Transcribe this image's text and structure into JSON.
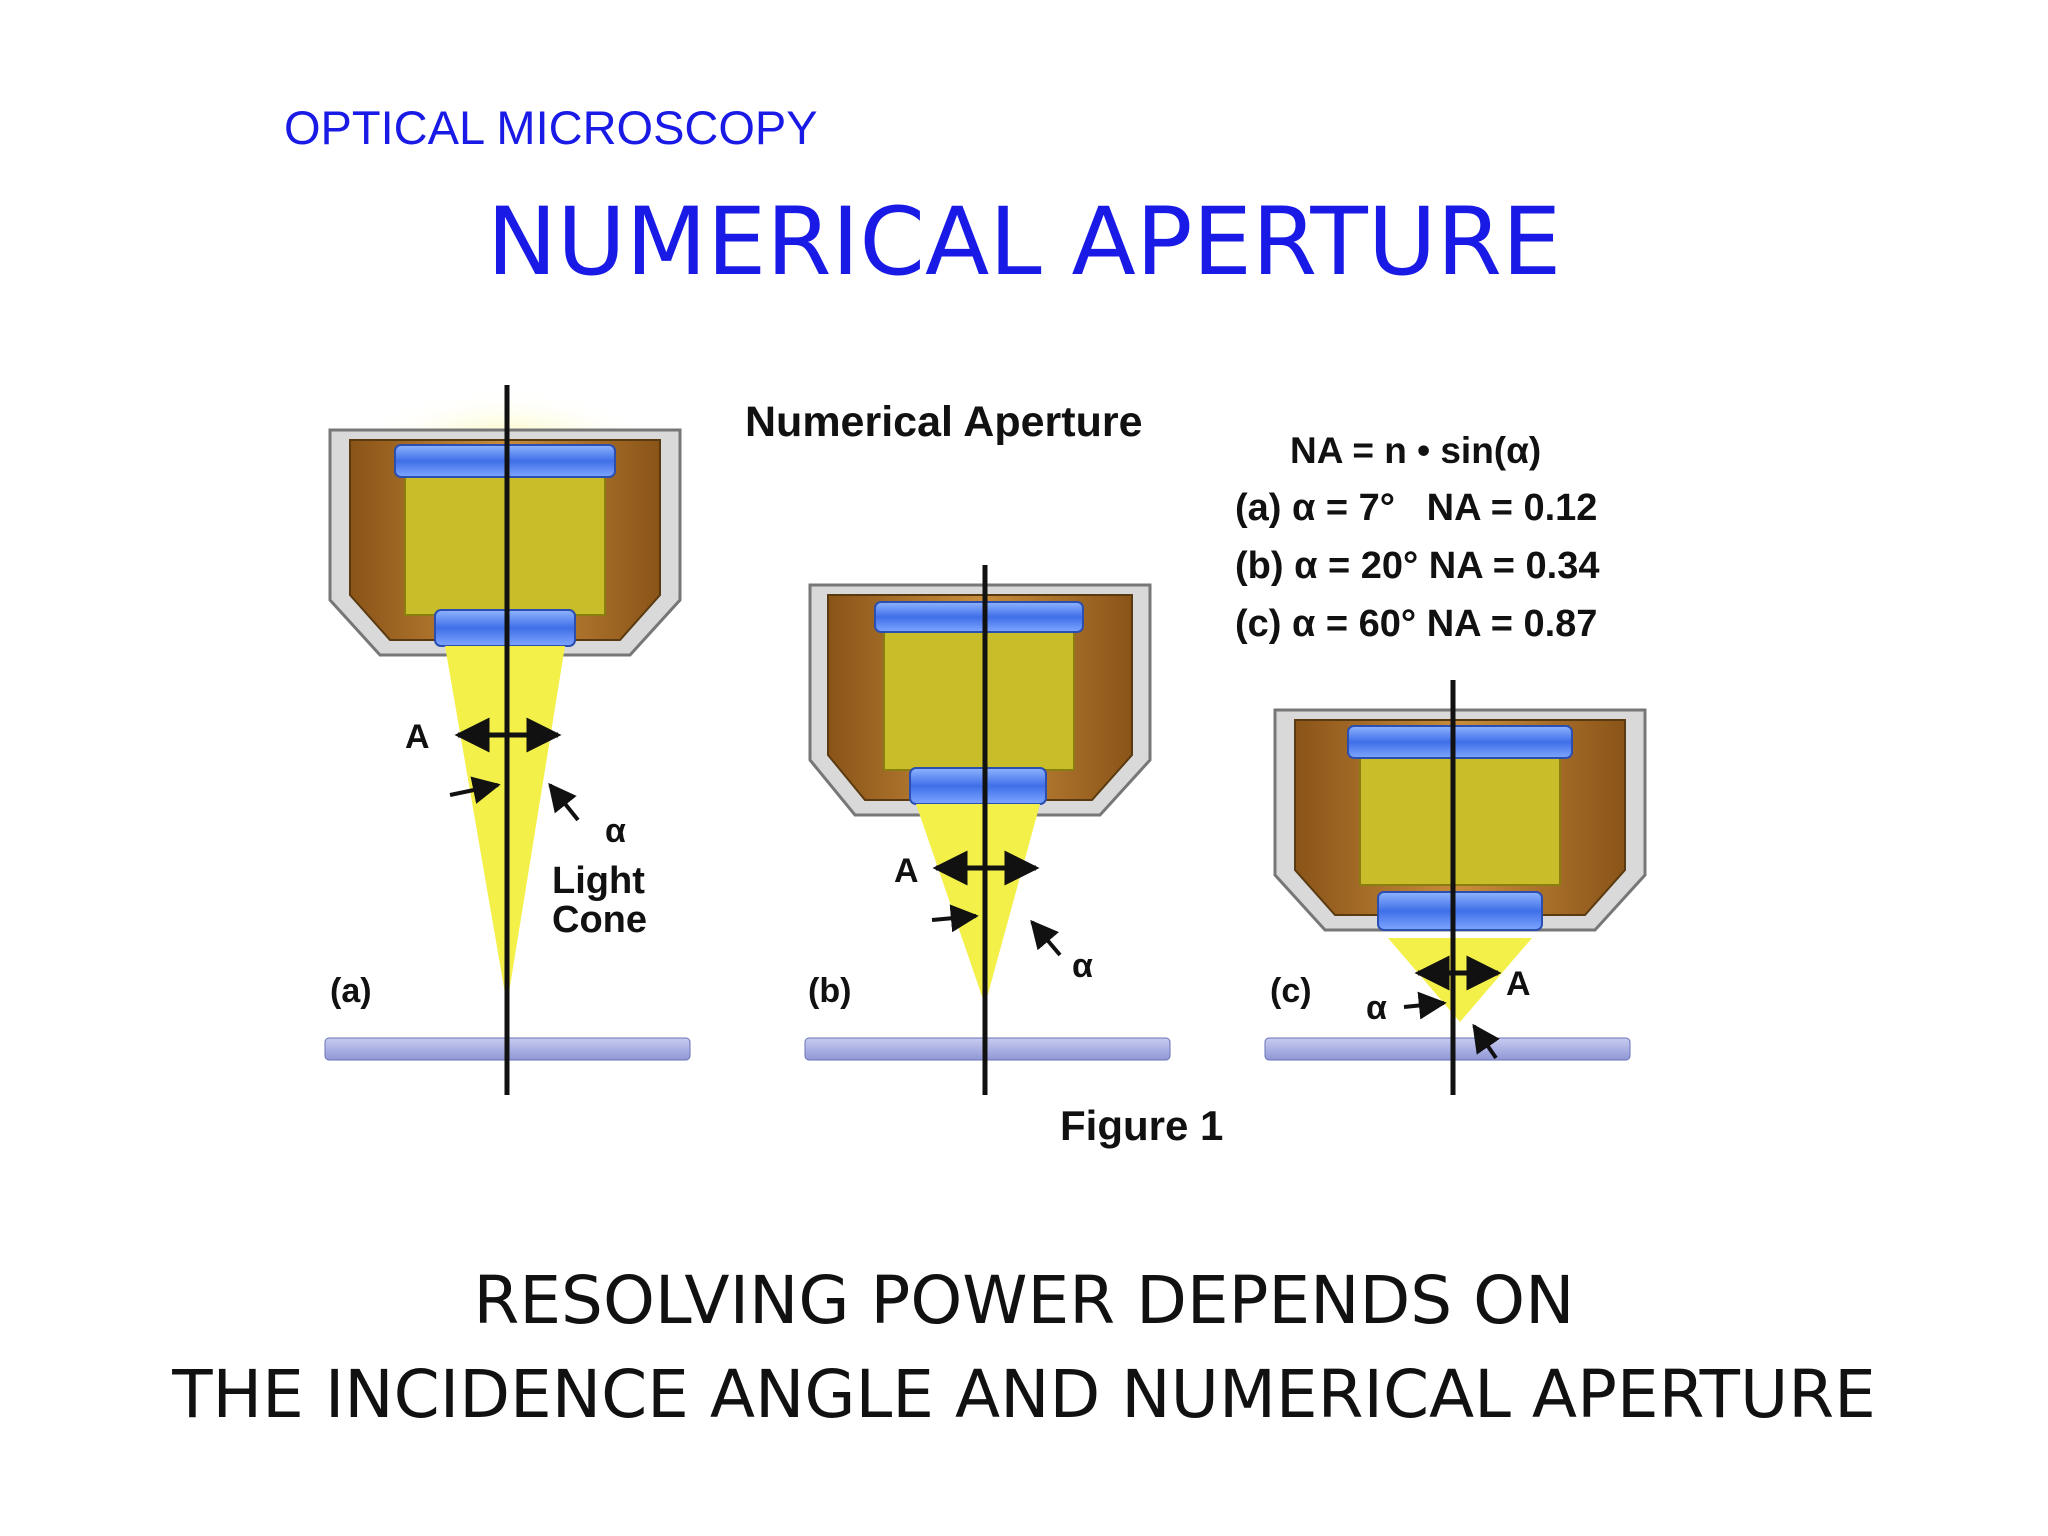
{
  "header": {
    "kicker": "OPTICAL MICROSCOPY",
    "title": "NUMERICAL APERTURE"
  },
  "figure": {
    "heading": "Numerical Aperture",
    "formula": "NA = n • sin(α)",
    "table": [
      "(a) α = 7°   NA = 0.12",
      "(b) α = 20° NA = 0.34",
      "(c) α = 60° NA = 0.87"
    ],
    "panel_a": {
      "label": "(a)",
      "aperture_label": "A",
      "angle_label": "α",
      "cone_label_1": "Light",
      "cone_label_2": "Cone"
    },
    "panel_b": {
      "label": "(b)",
      "aperture_label": "A",
      "angle_label": "α"
    },
    "panel_c": {
      "label": "(c)",
      "aperture_label": "A",
      "angle_label": "α"
    },
    "figure_caption": "Figure 1"
  },
  "footer": {
    "line1": "RESOLVING POWER DEPENDS ON",
    "line2": "THE INCIDENCE ANGLE AND NUMERICAL APERTURE"
  },
  "colors": {
    "title_blue": "#1a1ae6",
    "light_cone": "#f4f04a",
    "lens_blue": "#4a7cf0",
    "brass": "#b87a2e",
    "slide": "#a9b0e0"
  }
}
